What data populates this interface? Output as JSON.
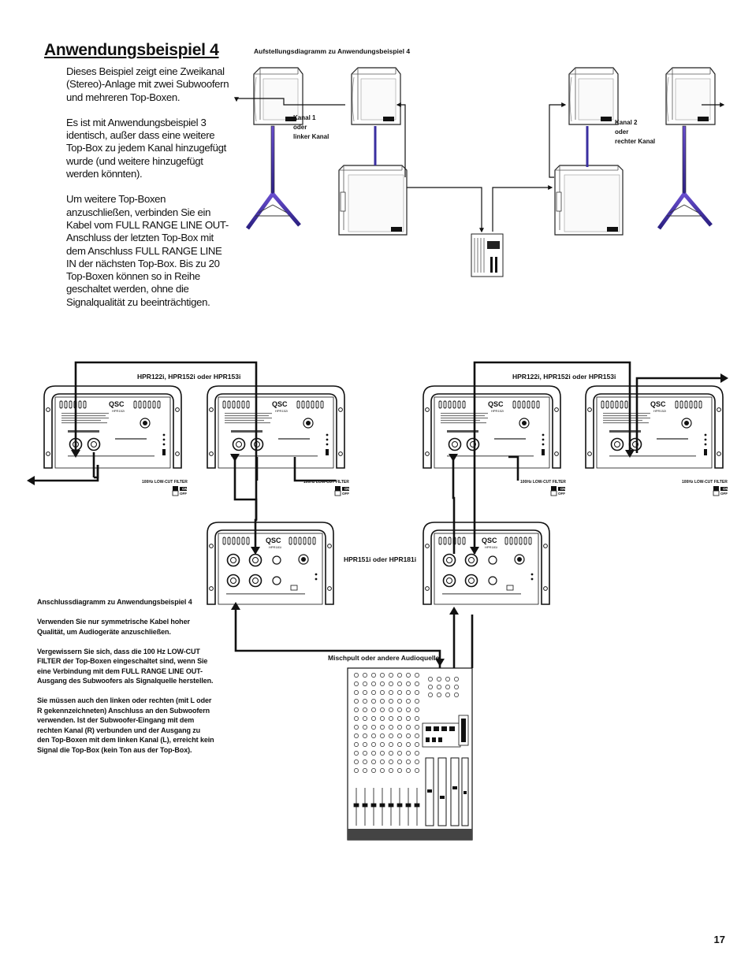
{
  "page": {
    "title": "Anwendungsbeispiel 4",
    "intro_paragraphs": [
      "Dieses Beispiel zeigt eine Zweikanal (Stereo)-Anlage mit zwei Subwoofern und mehreren Top-Boxen.",
      "Es ist mit Anwendungsbeispiel 3 identisch, außer dass eine weitere Top-Box zu jedem Kanal hinzugefügt wurde (und weitere hinzugefügt werden könnten).",
      "Um weitere Top-Boxen anzuschließen, verbinden Sie ein Kabel vom FULL RANGE LINE OUT-Anschluss der letzten Top-Box mit dem Anschluss FULL RANGE LINE IN der nächsten Top-Box. Bis zu 20 Top-Boxen können so in Reihe geschaltet werden, ohne die Signalqualität zu beeinträchtigen."
    ],
    "page_number": "17"
  },
  "setup_diagram": {
    "caption": "Aufstellungsdiagramm zu Anwendungsbeispiel 4",
    "channel1": [
      "Kanal 1",
      "oder",
      "linker Kanal"
    ],
    "channel2": [
      "Kanal 2",
      "oder",
      "rechter Kanal"
    ]
  },
  "connection_diagram": {
    "caption": "Anschlussdiagramm zu Anwendungsbeispiel 4",
    "notes": [
      "Verwenden Sie nur symmetrische Kabel hoher Qualität, um Audiogeräte anzuschließen.",
      "Vergewissern Sie sich, dass die 100 Hz LOW-CUT FILTER der Top-Boxen eingeschaltet sind, wenn Sie eine Verbindung mit dem FULL RANGE LINE OUT-Ausgang des Subwoofers als Signalquelle herstellen.",
      "Sie müssen auch den linken oder rechten (mit L oder R gekennzeichneten) Anschluss an den Subwoofern verwenden. Ist der Subwoofer-Eingang mit dem rechten Kanal (R) verbunden und der Ausgang zu den Top-Boxen mit dem linken Kanal (L), erreicht kein Signal die Top-Box (kein Ton aus der Top-Box)."
    ],
    "top_models_left": "HPR122i, HPR152i oder HPR153i",
    "top_models_right": "HPR122i, HPR152i oder HPR153i",
    "sub_models": "HPR151i oder HPR181i",
    "mixer_label": "Mischpult oder andere Audioquelle",
    "panel_brand": "QSC",
    "panel_model_top": "HPR152i",
    "panel_model_sub": "HPR181i",
    "filter_label": "100Hz LOW-CUT FILTER",
    "filter_on": "ON",
    "filter_off": "OFF"
  }
}
